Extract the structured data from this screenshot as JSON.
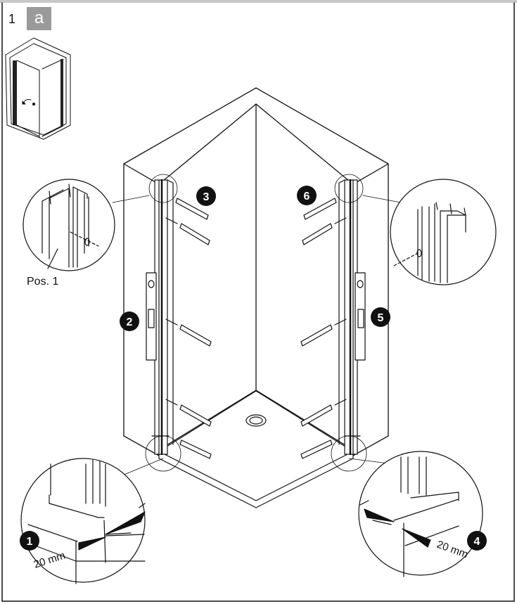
{
  "header": {
    "step_number": "1",
    "step_letter": "a"
  },
  "callouts": {
    "c1": "1",
    "c2": "2",
    "c3": "3",
    "c4": "4",
    "c5": "5",
    "c6": "6"
  },
  "labels": {
    "position": "Pos. 1",
    "gap_left": "20 mm",
    "gap_right": "20 mm"
  },
  "colors": {
    "callout_fill": "#111111",
    "step_badge": "#9a9a9a",
    "top_bar": "#c8c8c8"
  }
}
